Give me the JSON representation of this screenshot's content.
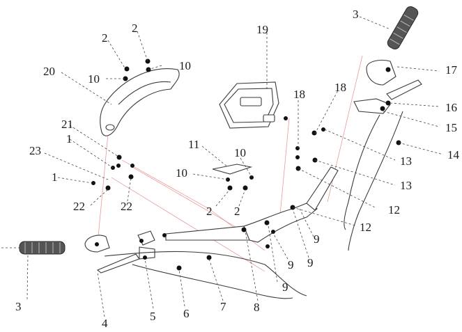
{
  "callouts": [
    {
      "id": "c-3a",
      "text": "3"
    },
    {
      "id": "c-3b",
      "text": "3"
    },
    {
      "id": "c-4",
      "text": "4"
    },
    {
      "id": "c-5",
      "text": "5"
    },
    {
      "id": "c-6",
      "text": "6"
    },
    {
      "id": "c-7",
      "text": "7"
    },
    {
      "id": "c-8",
      "text": "8"
    },
    {
      "id": "c-9a",
      "text": "9"
    },
    {
      "id": "c-9b",
      "text": "9"
    },
    {
      "id": "c-9c",
      "text": "9"
    },
    {
      "id": "c-9d",
      "text": "9"
    },
    {
      "id": "c-10a",
      "text": "10"
    },
    {
      "id": "c-10b",
      "text": "10"
    },
    {
      "id": "c-10c",
      "text": "10"
    },
    {
      "id": "c-10d",
      "text": "10"
    },
    {
      "id": "c-11",
      "text": "11"
    },
    {
      "id": "c-12a",
      "text": "12"
    },
    {
      "id": "c-12b",
      "text": "12"
    },
    {
      "id": "c-13a",
      "text": "13"
    },
    {
      "id": "c-13b",
      "text": "13"
    },
    {
      "id": "c-14",
      "text": "14"
    },
    {
      "id": "c-15",
      "text": "15"
    },
    {
      "id": "c-16",
      "text": "16"
    },
    {
      "id": "c-17",
      "text": "17"
    },
    {
      "id": "c-18a",
      "text": "18"
    },
    {
      "id": "c-18b",
      "text": "18"
    },
    {
      "id": "c-19",
      "text": "19"
    },
    {
      "id": "c-20",
      "text": "20"
    },
    {
      "id": "c-21",
      "text": "21"
    },
    {
      "id": "c-22a",
      "text": "22"
    },
    {
      "id": "c-22b",
      "text": "22"
    },
    {
      "id": "c-23",
      "text": "23"
    },
    {
      "id": "c-1a",
      "text": "1"
    },
    {
      "id": "c-1b",
      "text": "1"
    },
    {
      "id": "c-2a",
      "text": "2"
    },
    {
      "id": "c-2b",
      "text": "2"
    },
    {
      "id": "c-2c",
      "text": "2"
    },
    {
      "id": "c-2d",
      "text": "2"
    }
  ]
}
